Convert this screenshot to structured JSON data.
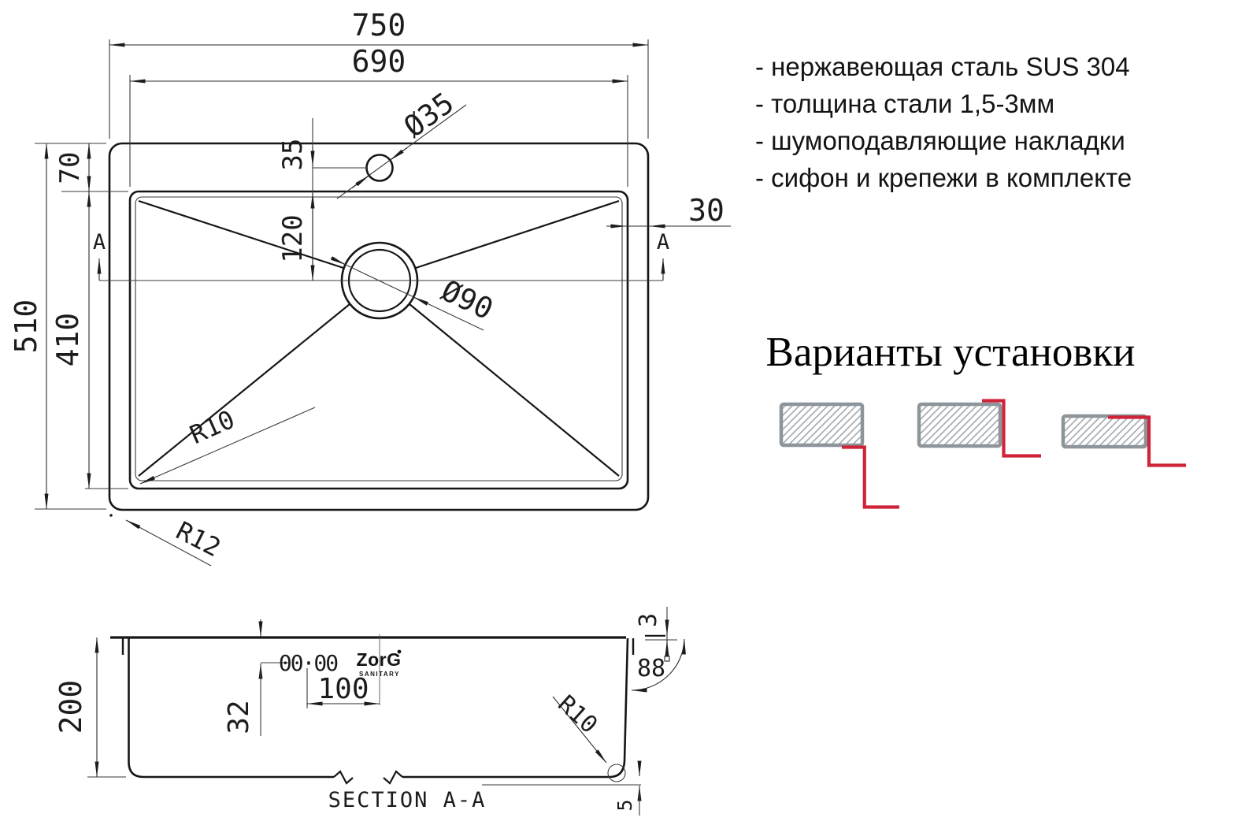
{
  "top_view": {
    "dim_750": "750",
    "dim_690": "690",
    "dim_510": "510",
    "dim_410": "410",
    "dim_70": "70",
    "dim_35": "35",
    "dim_120": "120",
    "dim_30": "30",
    "faucet_dia": "Ø35",
    "drain_dia": "Ø90",
    "radius_inner": "R10",
    "radius_outer": "R12",
    "section_marker": "A"
  },
  "section_view": {
    "label": "SECTION A-A",
    "dim_200": "200",
    "dim_32": "32",
    "dim_100": "100",
    "dim_3": "3",
    "dim_88": "88",
    "dim_5": "5",
    "radius": "R10",
    "holes_icon": "00·00",
    "logo": "ZorG",
    "logo_sub": "SANITARY"
  },
  "features": {
    "items": [
      "- нержавеющая сталь SUS 304",
      "- толщина стали 1,5-3мм",
      "- шумоподавляющие накладки",
      "- сифон и крепежи в комплекте"
    ]
  },
  "install": {
    "title": "Варианты установки"
  },
  "colors": {
    "ink": "#1c1c1c",
    "red": "#cf2339",
    "counter_border": "#8d949a",
    "hatch": "#aab0b5"
  }
}
